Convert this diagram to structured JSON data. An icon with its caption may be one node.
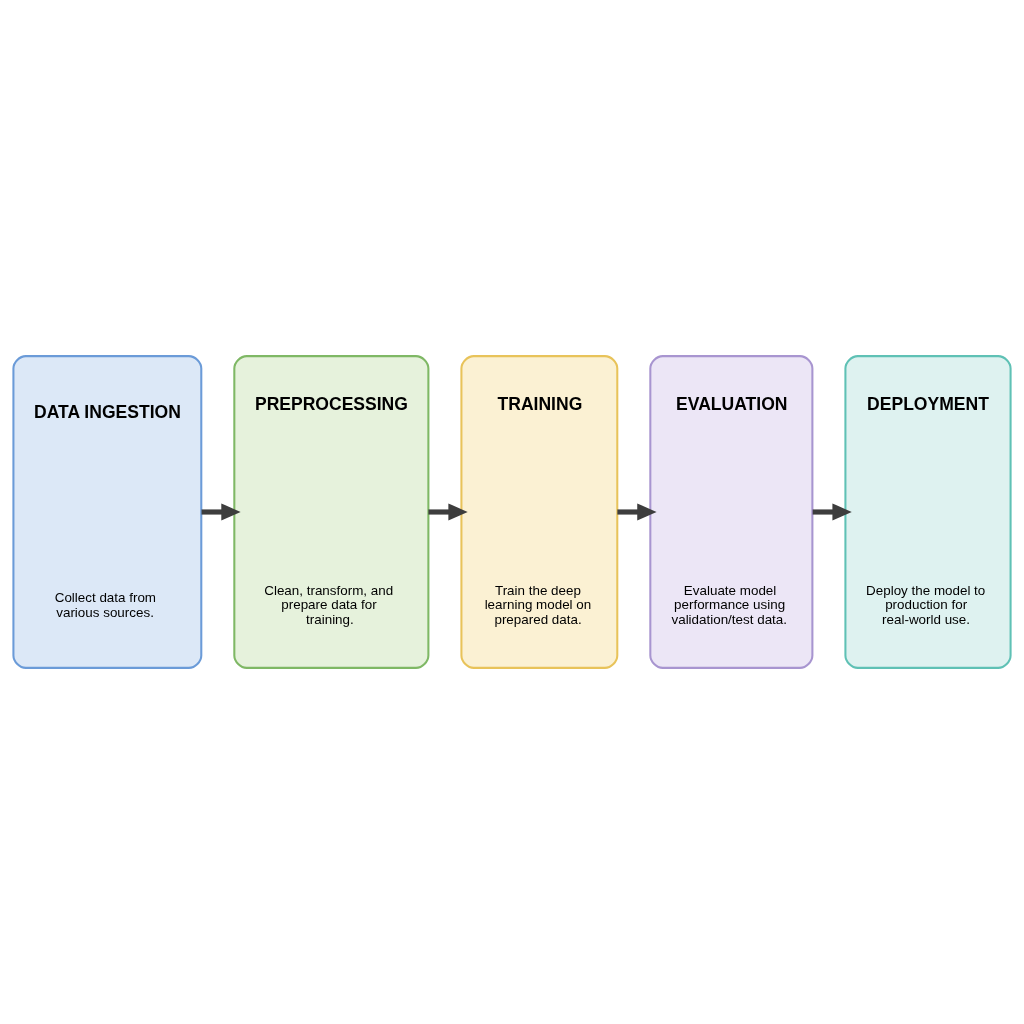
{
  "diagram": {
    "nodes": [
      {
        "text": [
          "DATA INGESTION",
          "Collect data from various sources."
        ]
      },
      {
        "text": [
          "PREPROCESSING",
          "Clean, transform, and prepare data for training."
        ]
      },
      {
        "text": [
          "TRAINING",
          "Train the deep learning model on prepared data."
        ]
      },
      {
        "text": [
          "EVALUATION",
          "Evaluate model performance using validation/test data."
        ]
      },
      {
        "text": [
          "DEPLOYMENT",
          "Deploy the model to production for real-world use."
        ]
      }
    ],
    "edges": [
      {
        "from": 0,
        "to": 1,
        "arrow": "to"
      },
      {
        "from": 1,
        "to": 2,
        "arrow": "to"
      },
      {
        "from": 2,
        "to": 3,
        "arrow": "to"
      },
      {
        "from": 3,
        "to": 4,
        "arrow": "to"
      }
    ]
  }
}
